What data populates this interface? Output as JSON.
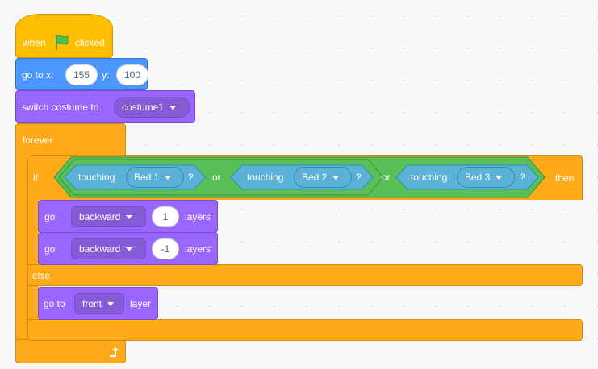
{
  "when_flag": {
    "when_label": "when",
    "clicked_label": "clicked",
    "flag_icon": "green-flag-icon",
    "flag_color": "#4cbf56"
  },
  "goto_xy": {
    "label": "go to x:",
    "x_value": "155",
    "y_label": "y:",
    "y_value": "100"
  },
  "switch_costume": {
    "label": "switch costume to",
    "costume": "costume1"
  },
  "forever": {
    "label": "forever",
    "loop_icon": "loop-arrow-icon"
  },
  "if_else": {
    "if_label": "if",
    "then_label": "then",
    "else_label": "else",
    "condition": {
      "or_label": "or",
      "touching_label": "touching",
      "question_mark": "?",
      "targets": [
        "Bed 1",
        "Bed 2",
        "Bed 3"
      ]
    }
  },
  "then_blocks": [
    {
      "go_label": "go",
      "direction": "backward",
      "amount": "1",
      "layers_label": "layers"
    },
    {
      "go_label": "go",
      "direction": "backward",
      "amount": "-1",
      "layers_label": "layers"
    }
  ],
  "else_blocks": [
    {
      "go_to_label": "go to",
      "layer": "front",
      "layer_label": "layer"
    }
  ],
  "colors": {
    "events": "#ffbf00",
    "motion": "#4c97ff",
    "looks": "#9966ff",
    "control": "#ffab19",
    "operators": "#59c059",
    "sensing": "#5cb1d6"
  }
}
